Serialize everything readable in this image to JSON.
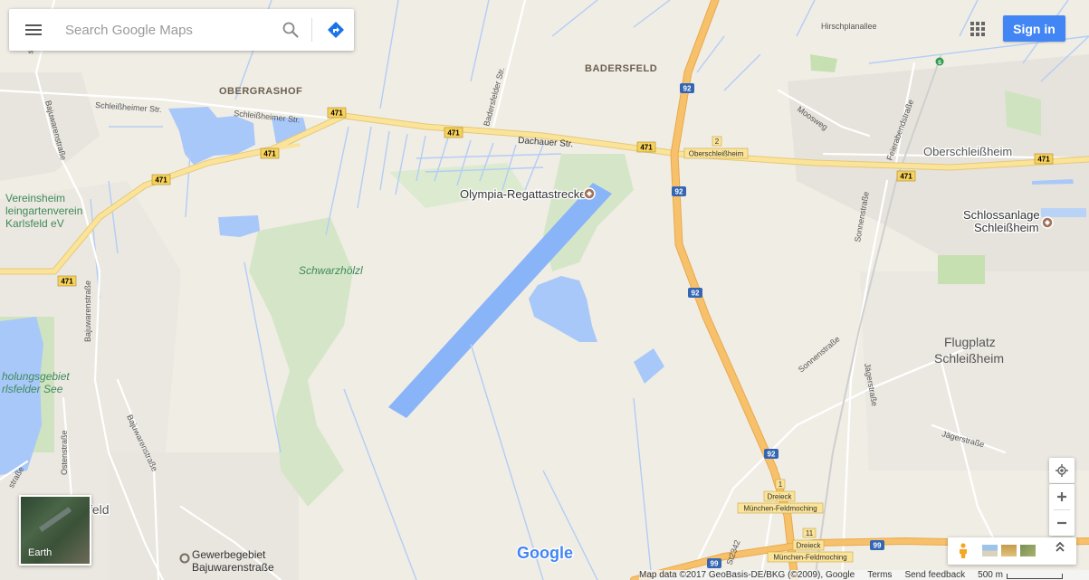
{
  "search": {
    "placeholder": "Search Google Maps"
  },
  "header": {
    "sign_in_label": "Sign in"
  },
  "map": {
    "places": {
      "obergrashof": "OBERGRASHOF",
      "badersfeld": "BADERSFELD",
      "oberschleissheim": "Oberschleißheim",
      "vereinsheim": [
        "Vereinsheim",
        "leingartenverein",
        "Karlsfeld eV"
      ],
      "olympia": "Olympia-Regattastrecke",
      "schwarzhoelzl": "Schwarzhölzl",
      "schlossanlage": [
        "Schlossanlage",
        "Schleißheim"
      ],
      "flugplatz": [
        "Flugplatz",
        "Schleißheim"
      ],
      "erholungsgebiet": [
        "holungsgebiet",
        "rlsfelder See"
      ],
      "feld": "feld",
      "gewerbegebiet": [
        "Gewerbegebiet",
        "Bajuwarenstraße"
      ]
    },
    "streets": {
      "schleissheimer1": "Schleißheimer Str.",
      "schleissheimer2": "Schleißheimer Str.",
      "dachauer": "Dachauer Str.",
      "hirschplanallee": "Hirschplanallee",
      "moosweg": "Moosweg",
      "feierabendstrasse": "Feierabendstraße",
      "sonnenstrasse1": "Sonnenstraße",
      "sonnenstrasse2": "Sonnenstraße",
      "jaegerstrasse1": "Jägerstraße",
      "jaegerstrasse2": "Jägerstraße",
      "bajuwarenstrasse1": "Bajuwarenstraße",
      "bajuwarenstrasse2": "Bajuwarenstraße",
      "bajuwarenstrasse3": "Bajuwarenstraße",
      "badersfelder": "Badersfelder Str.",
      "ostenstrasse": "Ostenstraße",
      "st2342": "St2342",
      "strasse_left": "straße",
      "strasse_bottomleft": "straße"
    },
    "shields": {
      "r471": "471",
      "a92": "92",
      "a99": "99",
      "exit1": "1",
      "exit2": "2",
      "exit11": "11"
    },
    "exits": {
      "oberschleissheim": "Oberschleißheim",
      "dreieck": "Dreieck",
      "muenchen_feldmoching": "München-Feldmoching"
    },
    "logo": "Google",
    "earth_label": "Earth"
  },
  "footer": {
    "attribution": "Map data ©2017 GeoBasis-DE/BKG (©2009), Google",
    "terms": "Terms",
    "feedback": "Send feedback",
    "scale": "500 m"
  },
  "colors": {
    "background": "#f0ede5",
    "water": "#a8c8f9",
    "regatta": "#8ab4f8",
    "park": "#cfe3c1",
    "motorway": "#f7c16c",
    "primary_road": "#fbe49a",
    "shield": "#f8d25b",
    "signin": "#4285f4"
  },
  "icons": {
    "menu": "hamburger-menu-icon",
    "search": "search-icon",
    "directions": "directions-icon",
    "apps": "apps-grid-icon",
    "locate": "my-location-icon",
    "pegman": "pegman-icon"
  }
}
